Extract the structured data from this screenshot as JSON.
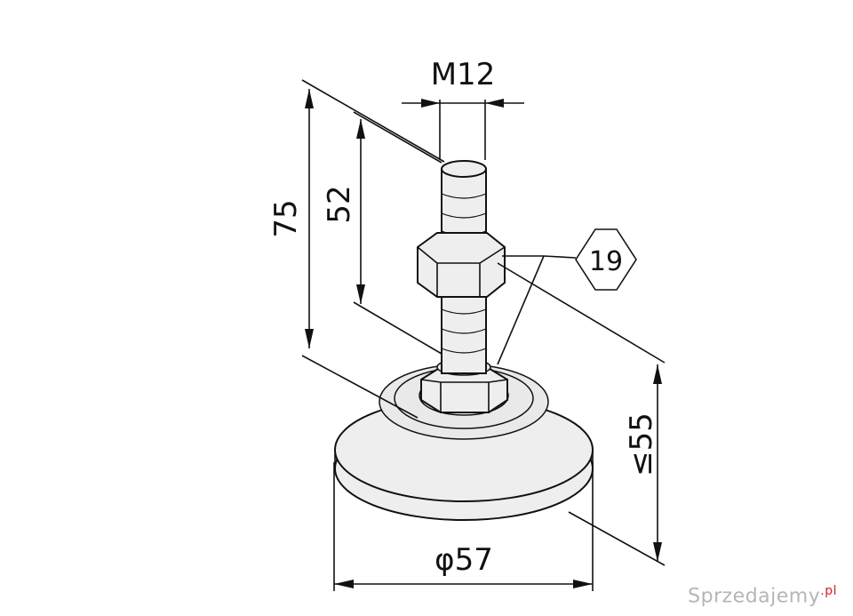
{
  "dimensions": {
    "thread": "M12",
    "total_height": "75",
    "thread_length": "52",
    "wrench_size": "19",
    "adjust_height": "≤55",
    "base_diameter": "φ57"
  },
  "watermark": {
    "text": "Sprzedajemy",
    "suffix": ".pl"
  }
}
